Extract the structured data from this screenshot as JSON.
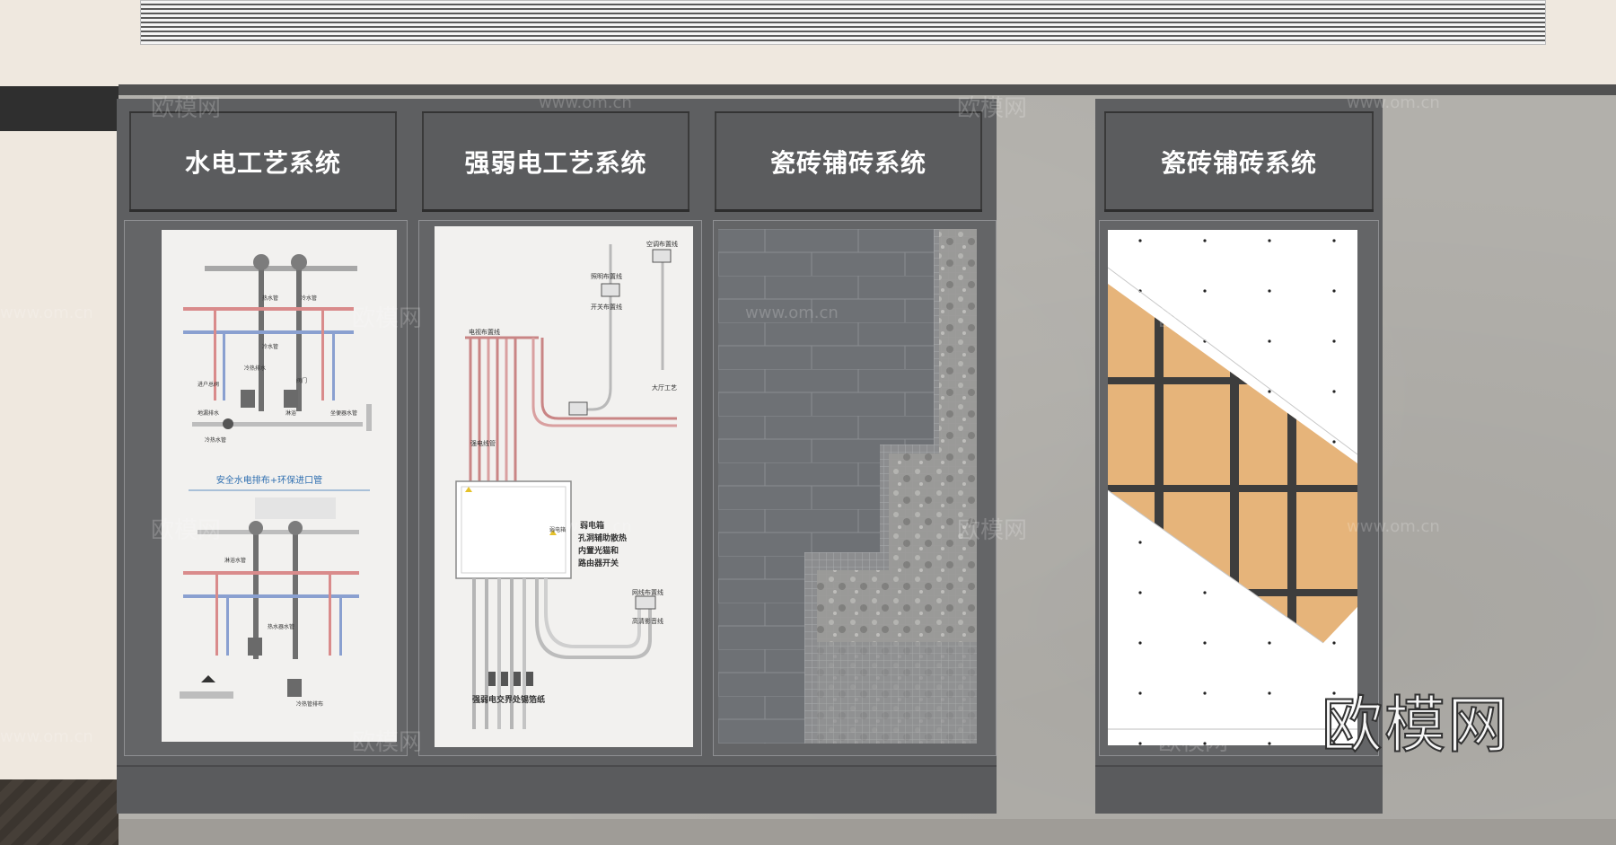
{
  "panels": [
    {
      "title": "水电工艺系统"
    },
    {
      "title": "强弱电工艺系统"
    },
    {
      "title": "瓷砖铺砖系统"
    },
    {
      "title": "瓷砖铺砖系统"
    }
  ],
  "poster_water": {
    "heading": "安全水电排布+环保进口管",
    "labels": [
      "热水管",
      "冷水管",
      "冷水管",
      "冷热排水",
      "进户总阀",
      "地漏排水",
      "淋浴",
      "阀门",
      "坐便器水管",
      "冷热水管",
      "淋浴水管",
      "热水器水管",
      "冷热管排布"
    ]
  },
  "poster_electric": {
    "labels": [
      "空调布置线",
      "照明布置线",
      "开关布置线",
      "电视布置线",
      "大厅工艺",
      "强电线管",
      "弱电箱",
      "孔洞辅助散热",
      "内置光猫和",
      "路由器开关",
      "网线布置线",
      "高清影音线",
      "强弱电交界处锡箔纸",
      "弱电箱"
    ]
  },
  "watermark": {
    "brand": "欧模网",
    "url": "www.om.cn"
  },
  "colors": {
    "cabinet": "#5e5f61",
    "wall": "#b2b0ab",
    "tile_orange": "#e6b47a",
    "pipe_hot": "#d98b8b",
    "pipe_cold": "#8aa0d0"
  }
}
